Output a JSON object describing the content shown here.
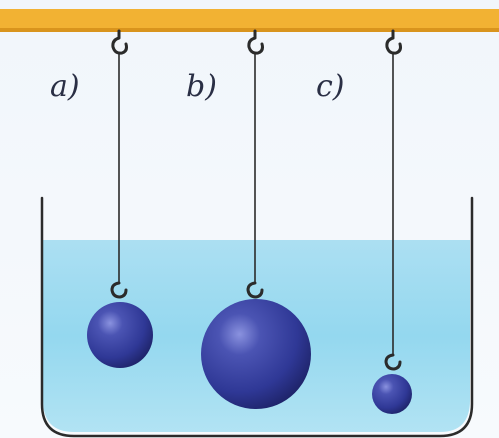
{
  "labels": {
    "a": "a)",
    "b": "b)",
    "c": "c)"
  },
  "colors": {
    "beam": "#f2b233",
    "background_top": "#f1f6fb",
    "water": "#8fd6ee",
    "ball": "#2f3896",
    "ball_highlight": "#8a92df",
    "string": "#2b2b2b",
    "container": "#2b2b2b"
  }
}
